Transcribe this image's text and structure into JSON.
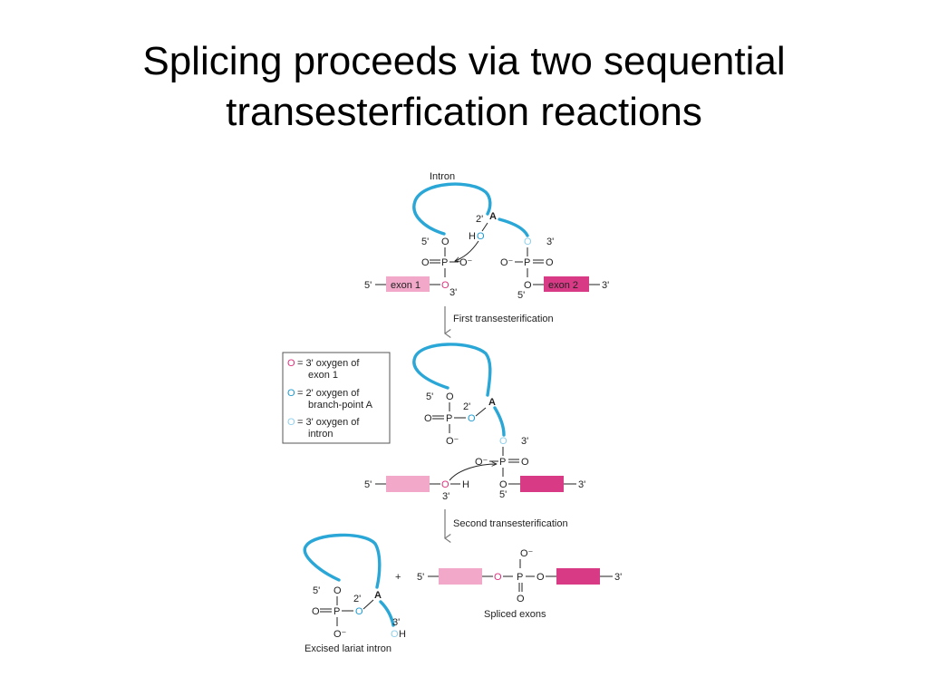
{
  "title": {
    "line1": "Splicing proceeds via two sequential",
    "line2": "transesterfication reactions"
  },
  "colors": {
    "rna_blue": "#2aa7d6",
    "exon1_pink": "#f2a9c9",
    "exon2_magenta": "#d83a86",
    "exon1_oxygen": "#e0307d",
    "branch_oxygen": "#1e9ad0",
    "intron_oxygen": "#8fd0ec"
  },
  "labels": {
    "intron": "Intron",
    "exon1": "exon 1",
    "exon2": "exon 2",
    "first_step": "First transesterification",
    "second_step": "Second transesterification",
    "spliced_exons": "Spliced exons",
    "excised_lariat": "Excised lariat intron",
    "plus": "+"
  },
  "chem": {
    "five_prime": "5'",
    "three_prime": "3'",
    "two_prime": "2'",
    "A": "A",
    "O": "O",
    "P": "P",
    "H": "H",
    "HO": "H",
    "O_minus": "O⁻",
    "minus_O": "−O",
    "bond_single": "—",
    "bond_double": "═"
  },
  "legend": {
    "items": [
      {
        "symbol": "O",
        "text1": "= 3' oxygen of",
        "text2": "exon 1",
        "color": "#e0307d"
      },
      {
        "symbol": "O",
        "text1": "= 2' oxygen of",
        "text2": "branch-point A",
        "color": "#1e9ad0"
      },
      {
        "symbol": "O",
        "text1": "= 3' oxygen of",
        "text2": "intron",
        "color": "#8fd0ec"
      }
    ]
  }
}
